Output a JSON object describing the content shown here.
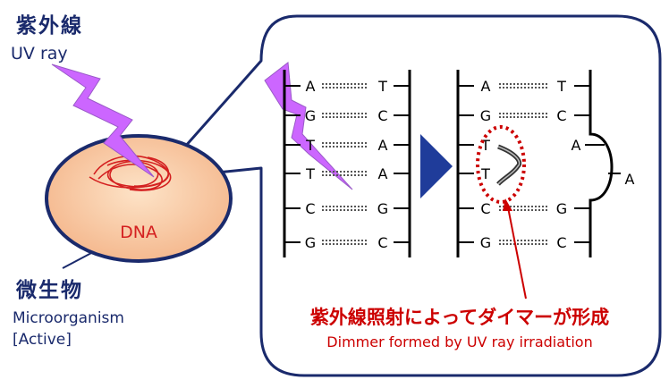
{
  "left": {
    "uv_jp": "紫外線",
    "uv_en": "UV ray",
    "cell_label": "DNA",
    "organism_jp": "微生物",
    "organism_en": "Microorganism",
    "organism_state": "[Active]"
  },
  "dna_before": {
    "left_bases": [
      "A",
      "G",
      "T",
      "T",
      "C",
      "G"
    ],
    "right_bases": [
      "T",
      "C",
      "A",
      "A",
      "G",
      "C"
    ]
  },
  "dna_after": {
    "left_bases": [
      "A",
      "G",
      "T",
      "T",
      "C",
      "G"
    ],
    "right_bases": [
      "T",
      "C",
      "A",
      "A",
      "G",
      "C"
    ]
  },
  "caption": {
    "jp": "紫外線照射によってダイマーが形成",
    "en": "Dimmer formed by UV ray irradiation"
  },
  "colors": {
    "lightning": "#cc66ff",
    "dimer_ring": "#cc0000",
    "arrow": "#1f3c9a",
    "panel_border": "#1a2a6c",
    "caption_red": "#cc0000",
    "cell_fill": "#f8c8a0"
  },
  "icons": {
    "uv": "lightning-bolt-icon",
    "transition": "right-triangle-arrow-icon"
  }
}
